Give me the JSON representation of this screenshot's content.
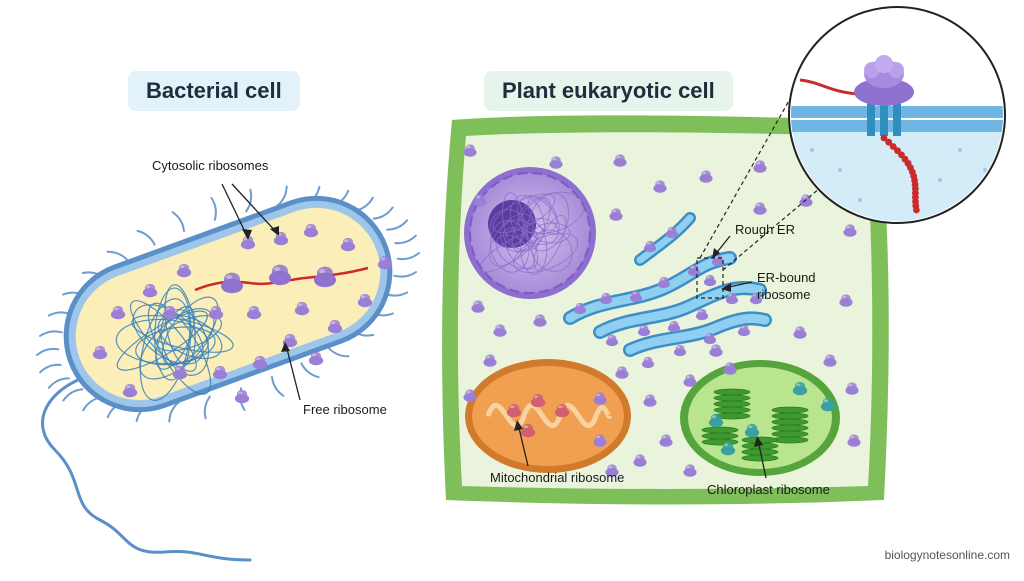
{
  "titles": {
    "bacterial": "Bacterial cell",
    "plant": "Plant eukaryotic cell"
  },
  "labels": {
    "cytosolic_ribosomes": "Cytosolic ribosomes",
    "free_ribosome": "Free ribosome",
    "rough_er": "Rough ER",
    "er_bound_line1": "ER-bound",
    "er_bound_line2": "ribosome",
    "mitochondrial_ribosome": "Mitochondrial ribosome",
    "chloroplast_ribosome": "Chloroplast ribosome"
  },
  "watermark": "biologynotesonline.com",
  "colors": {
    "bacterial_wall": "#5a8fc8",
    "bacterial_cytoplasm": "#fbeeb8",
    "nucleoid": "#3a82b8",
    "mrna": "#cc2a2a",
    "ribosome": "#9a7fd6",
    "plant_wall": "#7fbf5a",
    "plant_cytoplasm": "#eaf3dc",
    "nucleus": "#b59ee0",
    "er": "#5fb0e0",
    "mitochondrion": "#f0a050",
    "chloroplast": "#8fd06a",
    "chloroplast_ribosome": "#3aa0a0",
    "mito_ribosome": "#d06070"
  }
}
